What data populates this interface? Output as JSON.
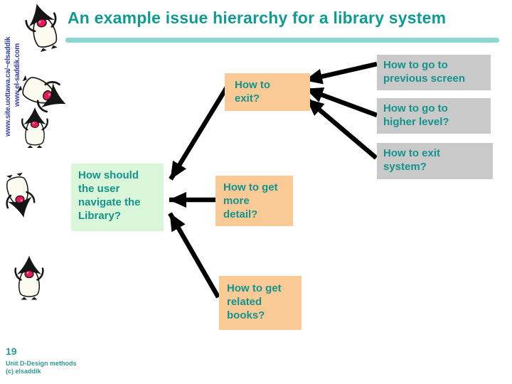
{
  "header": {
    "title": "An example issue hierarchy for a library system"
  },
  "sidebar": {
    "url_line1": "www.site.uottawa.ca/~elsaddik",
    "url_line2": "www.el-saddik.com",
    "mascot_icons": [
      "java-duke-mascot-dancing-icon",
      "java-duke-mascot-bending-icon",
      "java-duke-mascot-standing-icon",
      "java-duke-mascot-tumbling-icon",
      "java-duke-mascot-waving-icon"
    ]
  },
  "diagram": {
    "nodes": [
      {
        "id": "how-to-exit",
        "label": "How to exit?",
        "variant": "orange"
      },
      {
        "id": "navigate-library",
        "label": "How should the user navigate the Library?",
        "variant": "green"
      },
      {
        "id": "more-detail",
        "label": "How to get more detail?",
        "variant": "orange"
      },
      {
        "id": "related-books",
        "label": "How to get related books?",
        "variant": "orange"
      },
      {
        "id": "previous-screen",
        "label": "How to go to previous screen",
        "variant": "gray"
      },
      {
        "id": "higher-level",
        "label": "How to go to higher level?",
        "variant": "gray"
      },
      {
        "id": "exit-system",
        "label": "How to exit system?",
        "variant": "gray"
      }
    ],
    "edges": [
      {
        "from": "previous-screen",
        "to": "how-to-exit"
      },
      {
        "from": "higher-level",
        "to": "how-to-exit"
      },
      {
        "from": "exit-system",
        "to": "how-to-exit"
      },
      {
        "from": "how-to-exit",
        "to": "navigate-library"
      },
      {
        "from": "more-detail",
        "to": "navigate-library"
      },
      {
        "from": "related-books",
        "to": "navigate-library"
      }
    ]
  },
  "footer": {
    "page_number": "19",
    "line1": "Unit D-Design methods",
    "line2": "(c) elsaddik"
  },
  "colors": {
    "title_teal": "#0f9a93",
    "accent_bar_teal": "#8ed6d1",
    "node_text_teal": "#14938c",
    "box_orange": "#faca96",
    "box_gray": "#c9c9c9",
    "box_green": "#d9f6d9",
    "sidebar_blue": "#333d9e",
    "arrow_black": "#000000",
    "duke_nose_red": "#e8175d"
  }
}
